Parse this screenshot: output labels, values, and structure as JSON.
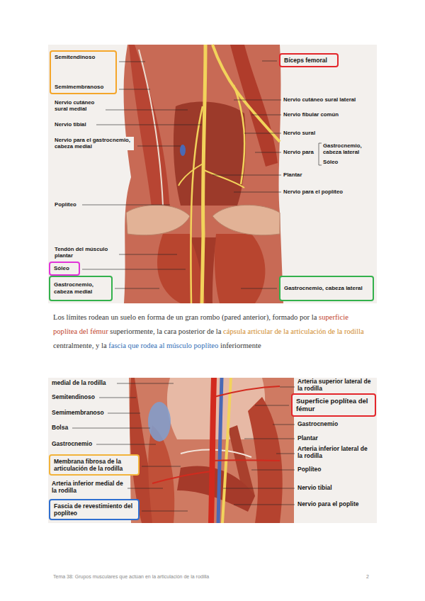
{
  "diagram": {
    "nodes": [
      {
        "text": [
          "Semitendinoso",
          "Semimembranoso"
        ]
      },
      {
        "text": [
          "Bíceps femoral"
        ]
      },
      {
        "text": [
          "Sóleo"
        ]
      },
      {
        "text": [
          "Gastrocnemio, cabeza medial"
        ]
      },
      {
        "text": [
          "Gastrocnemio, cabeza lateral"
        ]
      },
      {
        "text": [
          "Superficie poplítea del fémur"
        ]
      },
      {
        "text": [
          "Membrana fibrosa de la articulación de la rodilla"
        ]
      },
      {
        "text": [
          "Fascia de revestimiento del poplíteo"
        ]
      }
    ],
    "labels": [
      "Nervio cutáneo sural medial",
      "Nervio tibial",
      "Nervio para el gastrocnemio, cabeza medial",
      "Poplíteo",
      "Tendón del músculo plantar",
      "Nervio cutáneo sural lateral",
      "Nervio fibular común",
      "Nervio sural",
      "Nervio para",
      "Gastrocnemio, cabeza lateral",
      "Sóleo",
      "Plantar",
      "Nervio para el poplíteo",
      "Los límites rodean un suelo en forma de un gran rombo (pared anterior), formado por la",
      "superficie poplítea del fémur",
      "superiormente, la cara posterior de la",
      "cápsula articular de la articulación de la rodilla",
      "centralmente, y la",
      "fascia que rodea al músculo poplíteo",
      "inferiormente",
      "medial de la rodilla",
      "Semitendinoso",
      "Semimembranoso",
      "Bolsa",
      "Gastrocnemio",
      "Arteria inferior medial de la rodilla",
      "Arteria superior lateral de la rodilla",
      "Gastrocnemio",
      "Plantar",
      "Arteria inferior lateral de la rodilla",
      "Poplíteo",
      "Nervio tibial",
      "Nervio para el poplite",
      "Tema 38: Grupos musculares que actúan en la articulación de la rodilla",
      "2"
    ]
  }
}
